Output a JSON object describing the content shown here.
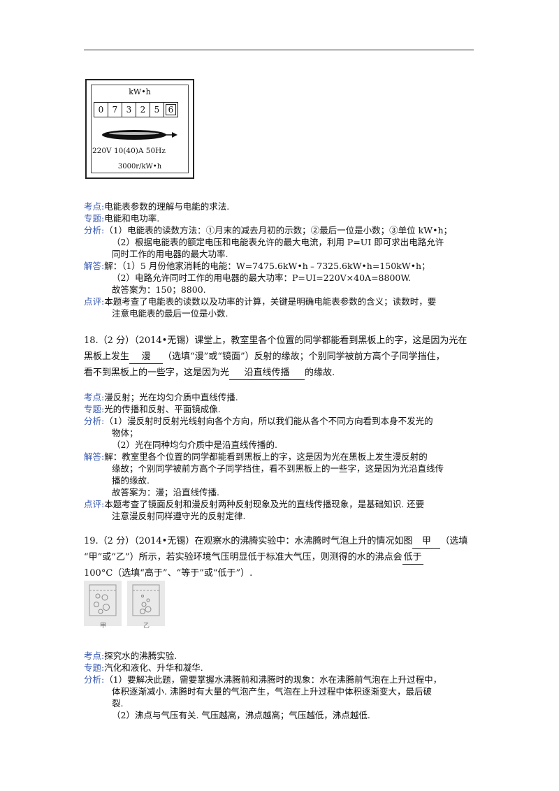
{
  "meter": {
    "unit": "kW•h",
    "digits": [
      "0",
      "7",
      "3",
      "2",
      "5",
      "6"
    ],
    "spec": "220V   10(40)A   50Hz",
    "rate": "3000r/kW•h"
  },
  "q17": {
    "kaodian_label": "考点:",
    "kaodian": "电能表参数的理解与电能的求法.",
    "zhuanti_label": "专题:",
    "zhuanti": "电能和电功率.",
    "fenxi_label": "分析:",
    "fenxi": [
      "（1）电能表的读数方法：①月末的减去月初的示数；②最后一位是小数；③单位 kW•h；",
      "（2）根据电能表的额定电压和电能表允许的最大电流，利用 P=UI 即可求出电路允许",
      "同时工作的用电器的最大功率."
    ],
    "jieda_label": "解答:",
    "jieda": [
      "解：（1）5 月份他家消耗的电能：W=7475.6kW•h﹣7325.6kW•h=150kW•h；",
      "（2）电路允许同时工作的用电器的最大功率：P=UI=220V×40A=8800W.",
      "故答案为：150；8800."
    ],
    "dianping_label": "点评:",
    "dianping": [
      "本题考查了电能表的读数以及功率的计算，关键是明确电能表参数的含义；读数时，要",
      "注意电能表的最后一位是小数."
    ]
  },
  "q18": {
    "stem1": "18.（2 分）（2014•无锡）课堂上，教室里各个位置的同学都能看到黑板上的字，这是因为光在",
    "stem2_pre": "黑板上发生",
    "stem2_ans": "漫",
    "stem2_post": "（选填“漫”或“镜面”）反射的缘故；个别同学被前方高个子同学挡住，",
    "stem3_pre": "看不到黑板上的一些字，这是因为光",
    "stem3_ans": "沿直线传播",
    "stem3_post": "的缘故.",
    "kaodian_label": "考点:",
    "kaodian": "漫反射；光在均匀介质中直线传播.",
    "zhuanti_label": "专题:",
    "zhuanti": "光的传播和反射、平面镜成像.",
    "fenxi_label": "分析:",
    "fenxi": [
      "（1）漫反射时反射光线射向各个方向，所以我们能从各个不同方向看到本身不发光的",
      "物体；",
      "（2）光在同种均匀介质中是沿直线传播的."
    ],
    "jieda_label": "解答:",
    "jieda": [
      "解：教室里各个位置的同学都能看到黑板上的字，这是因为光在黑板上发生漫反射的",
      "缘故；个别同学被前方高个子同学挡住，看不到黑板上的一些字，这是因为光沿直线传",
      "播的缘故.",
      "故答案为：漫；沿直线传播."
    ],
    "dianping_label": "点评:",
    "dianping": [
      "本题考查了镜面反射和漫反射两种反射现象及光的直线传播现象，是基础知识. 还要",
      "注意漫反射同样遵守光的反射定律."
    ]
  },
  "q19": {
    "stem1_pre": "19.（2 分）（2014•无锡）在观察水的沸腾实验中：水沸腾时气泡上升的情况如图",
    "stem1_ans": "甲",
    "stem1_post": "（选填",
    "stem2": "“甲”或“乙”）所示，若实验环境气压明显低于标准大气压，则测得的水的沸点会",
    "stem2_ans": "低于",
    "stem3": "100°C（选填“高于”、“等于”或“低于”）.",
    "fig_labels": [
      "甲",
      "乙"
    ],
    "kaodian_label": "考点:",
    "kaodian": "探究水的沸腾实验.",
    "zhuanti_label": "专题:",
    "zhuanti": "汽化和液化、升华和凝华.",
    "fenxi_label": "分析:",
    "fenxi": [
      "（1）要解决此题，需要掌握水沸腾前和沸腾时的现象：水在沸腾前气泡在上升过程中，",
      "体积逐渐减小. 沸腾时有大量的气泡产生，气泡在上升过程中体积逐渐变大，最后破",
      "裂.",
      "（2）沸点与气压有关. 气压越高，沸点越高；气压越低，沸点越低."
    ]
  }
}
